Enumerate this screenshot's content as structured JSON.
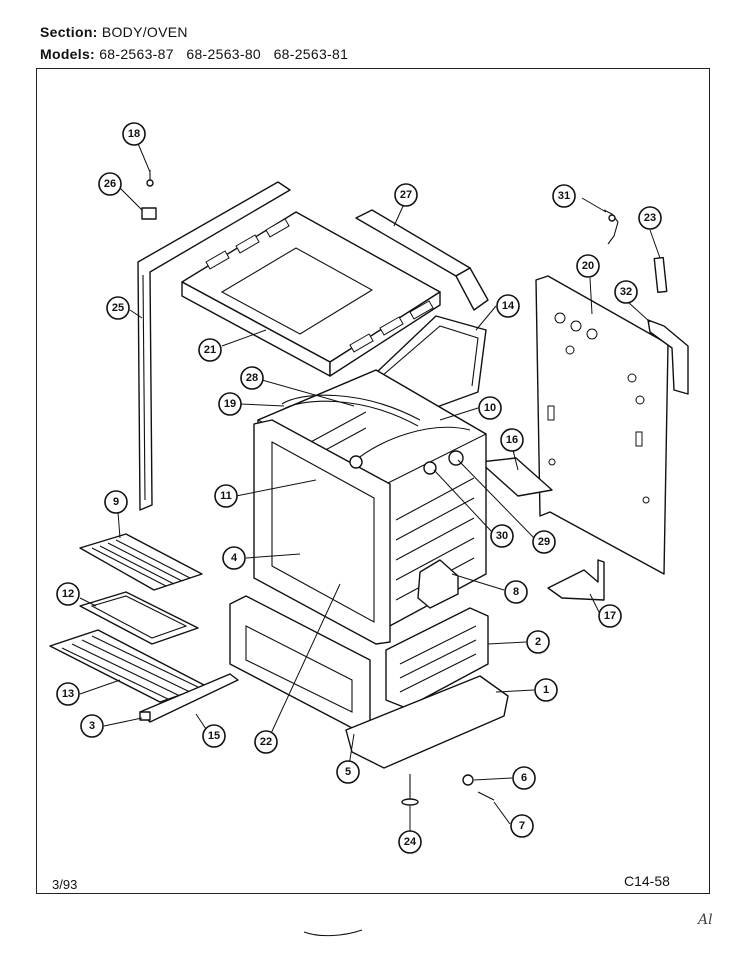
{
  "header": {
    "section_label": "Section:",
    "section_value": "BODY/OVEN",
    "models_label": "Models:",
    "models_value": "68-2563-87   68-2563-80   68-2563-81"
  },
  "footer": {
    "date": "3/93",
    "code": "C14-58"
  },
  "handwritten_mark": "Al",
  "callouts": [
    {
      "id": "c18",
      "label": "18"
    },
    {
      "id": "c26",
      "label": "26"
    },
    {
      "id": "c27",
      "label": "27"
    },
    {
      "id": "c31",
      "label": "31"
    },
    {
      "id": "c23",
      "label": "23"
    },
    {
      "id": "c20",
      "label": "20"
    },
    {
      "id": "c32",
      "label": "32"
    },
    {
      "id": "c25",
      "label": "25"
    },
    {
      "id": "c14",
      "label": "14"
    },
    {
      "id": "c21",
      "label": "21"
    },
    {
      "id": "c28",
      "label": "28"
    },
    {
      "id": "c19",
      "label": "19"
    },
    {
      "id": "c10",
      "label": "10"
    },
    {
      "id": "c16",
      "label": "16"
    },
    {
      "id": "c9",
      "label": "9"
    },
    {
      "id": "c11",
      "label": "11"
    },
    {
      "id": "c30",
      "label": "30"
    },
    {
      "id": "c29",
      "label": "29"
    },
    {
      "id": "c4",
      "label": "4"
    },
    {
      "id": "c8",
      "label": "8"
    },
    {
      "id": "c17",
      "label": "17"
    },
    {
      "id": "c12",
      "label": "12"
    },
    {
      "id": "c2",
      "label": "2"
    },
    {
      "id": "c13",
      "label": "13"
    },
    {
      "id": "c1",
      "label": "1"
    },
    {
      "id": "c3",
      "label": "3"
    },
    {
      "id": "c15",
      "label": "15"
    },
    {
      "id": "c22",
      "label": "22"
    },
    {
      "id": "c5",
      "label": "5"
    },
    {
      "id": "c6",
      "label": "6"
    },
    {
      "id": "c7",
      "label": "7"
    },
    {
      "id": "c24",
      "label": "24"
    }
  ]
}
